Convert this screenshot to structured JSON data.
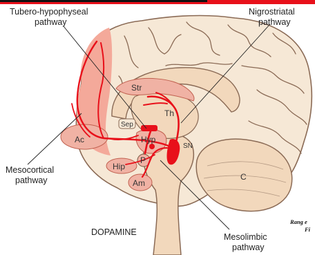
{
  "labels": {
    "tubero": [
      "Tubero-hypophyseal",
      "pathway"
    ],
    "nigro": [
      "Nigrostriatal",
      "pathway"
    ],
    "mesocortical": [
      "Mesocortical",
      "pathway"
    ],
    "mesolimbic": [
      "Mesolimbic",
      "pathway"
    ],
    "dopamine": "DOPAMINE"
  },
  "regions": {
    "str": "Str",
    "th": "Th",
    "sep": "Sep",
    "hyp": "Hyp",
    "sn": "SN",
    "ac": "Ac",
    "p": "P",
    "hip": "Hip",
    "am": "Am",
    "c": "C"
  },
  "citation": [
    "Rang e",
    "Fi"
  ],
  "colors": {
    "pathway": "#e8101a",
    "cortex_fill": "#f6e8d6",
    "cortex_highlight": "#f4a99a",
    "deep_structure": "#f2d8bc",
    "limbic": "#f0b2a4",
    "outline": "#8a6a55",
    "top_bar": "#e8101a"
  }
}
